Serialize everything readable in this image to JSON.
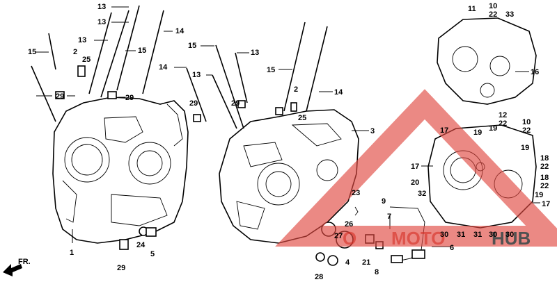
{
  "diagram": {
    "callouts": [
      "13",
      "13",
      "13",
      "14",
      "15",
      "15",
      "2",
      "25",
      "29",
      "29",
      "1",
      "24",
      "5",
      "29",
      "13",
      "15",
      "14",
      "13",
      "29",
      "29",
      "15",
      "2",
      "25",
      "14",
      "3",
      "23",
      "9",
      "26",
      "27",
      "4",
      "28",
      "21",
      "8",
      "7",
      "6",
      "11",
      "10",
      "22",
      "33",
      "16",
      "17",
      "19",
      "12",
      "22",
      "19",
      "10",
      "22",
      "17",
      "20",
      "32",
      "19",
      "18",
      "22",
      "18",
      "22",
      "17",
      "19",
      "30",
      "31",
      "31",
      "30",
      "30"
    ],
    "watermark": {
      "brand_red": "MOTO",
      "brand_dark": "HUB",
      "prefix": "O",
      "colors": {
        "red": "#d9342b",
        "dark": "#333333",
        "triangle": "#e0473f"
      }
    },
    "direction_label": "FR."
  }
}
